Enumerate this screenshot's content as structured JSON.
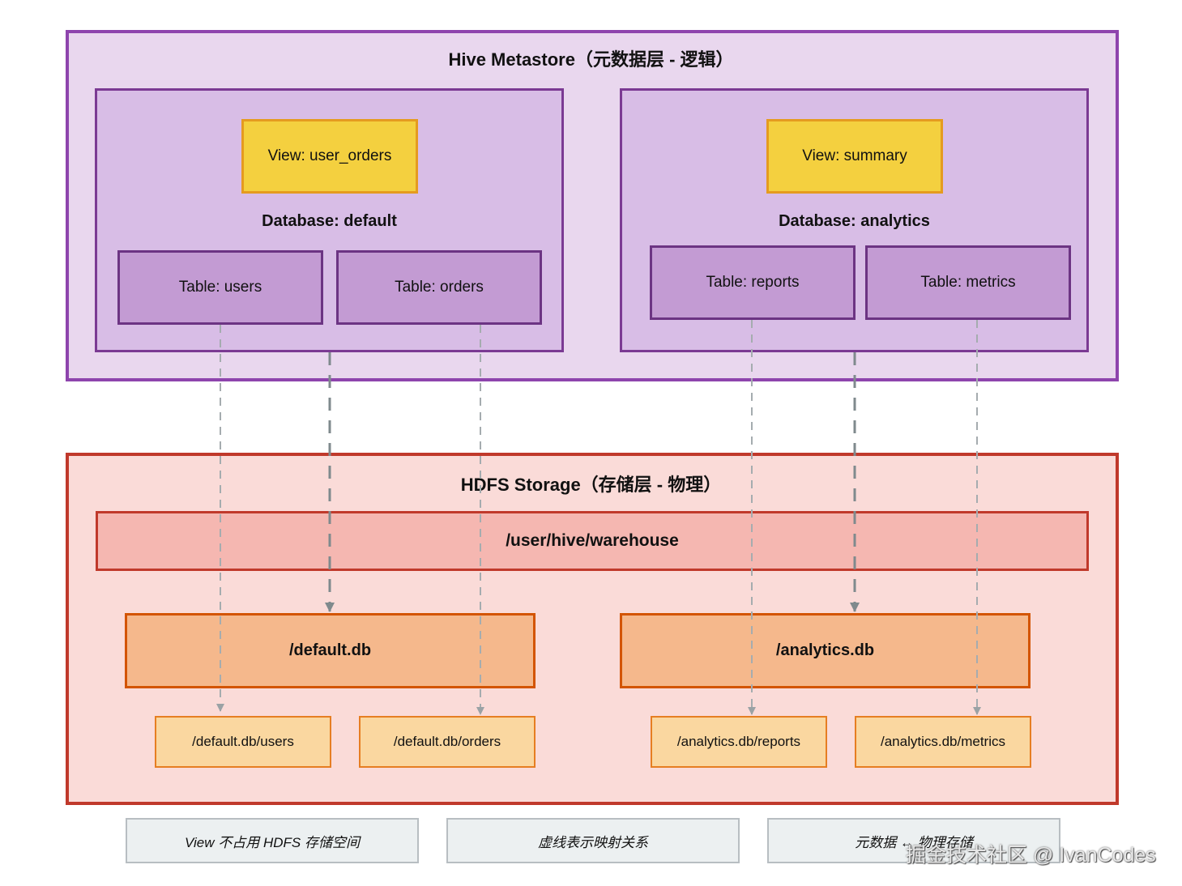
{
  "metastore": {
    "title": "Hive Metastore（元数据层 - 逻辑）",
    "databases": [
      {
        "name": "Database: default",
        "view": "View: user_orders",
        "tables": [
          "Table: users",
          "Table: orders"
        ]
      },
      {
        "name": "Database: analytics",
        "view": "View: summary",
        "tables": [
          "Table: reports",
          "Table: metrics"
        ]
      }
    ]
  },
  "hdfs": {
    "title": "HDFS Storage（存储层 - 物理）",
    "warehouse": "/user/hive/warehouse",
    "db_dirs": [
      "/default.db",
      "/analytics.db"
    ],
    "table_dirs": [
      "/default.db/users",
      "/default.db/orders",
      "/analytics.db/reports",
      "/analytics.db/metrics"
    ]
  },
  "legend": [
    "View 不占用 HDFS 存储空间",
    "虚线表示映射关系",
    "元数据 ↔ 物理存储"
  ],
  "watermark": "掘金技术社区 @ IvanCodes",
  "colors": {
    "line": "#8c9699",
    "metastore_border": "#8e44ad",
    "hdfs_border": "#c0392b"
  }
}
